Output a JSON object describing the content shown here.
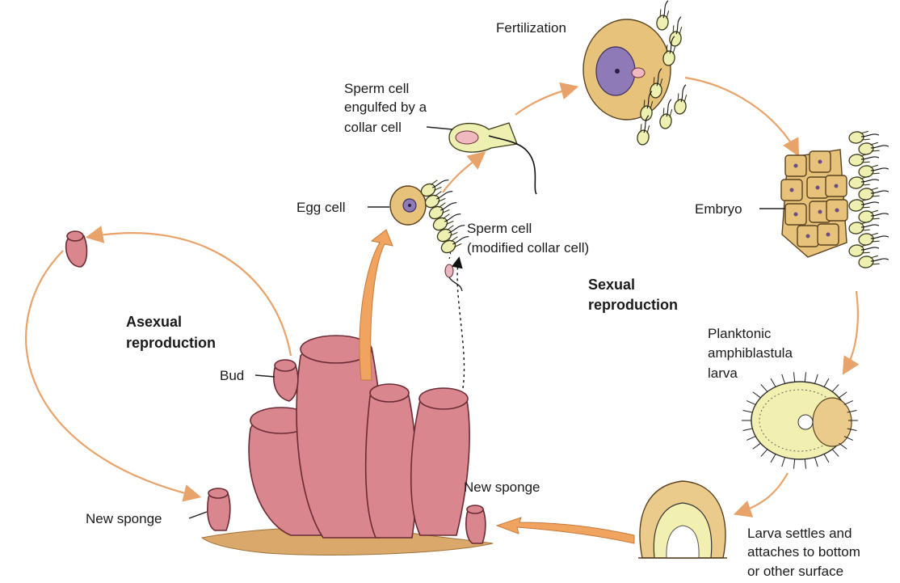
{
  "labels": {
    "fertilization": "Fertilization",
    "sperm_engulfed": [
      "Sperm cell",
      "engulfed by a",
      "collar cell"
    ],
    "egg_cell": "Egg cell",
    "sperm_cell": [
      "Sperm cell",
      "(modified collar cell)"
    ],
    "embryo": "Embryo",
    "sexual_reproduction": [
      "Sexual",
      "reproduction"
    ],
    "asexual_reproduction": [
      "Asexual",
      "reproduction"
    ],
    "bud": "Bud",
    "planktonic_larva": [
      "Planktonic",
      "amphiblastula",
      "larva"
    ],
    "new_sponge_left": "New sponge",
    "new_sponge_right": "New sponge",
    "larva_settles": [
      "Larva settles and",
      "attaches to bottom",
      "or other surface"
    ]
  },
  "colors": {
    "cycle_arrow": "#e8a36a",
    "sponge_body": "#d9868e",
    "collar_cell": "#eef0b2",
    "egg_cytoplasm": "#e6c27a",
    "nucleus": "#8f7ab8"
  }
}
